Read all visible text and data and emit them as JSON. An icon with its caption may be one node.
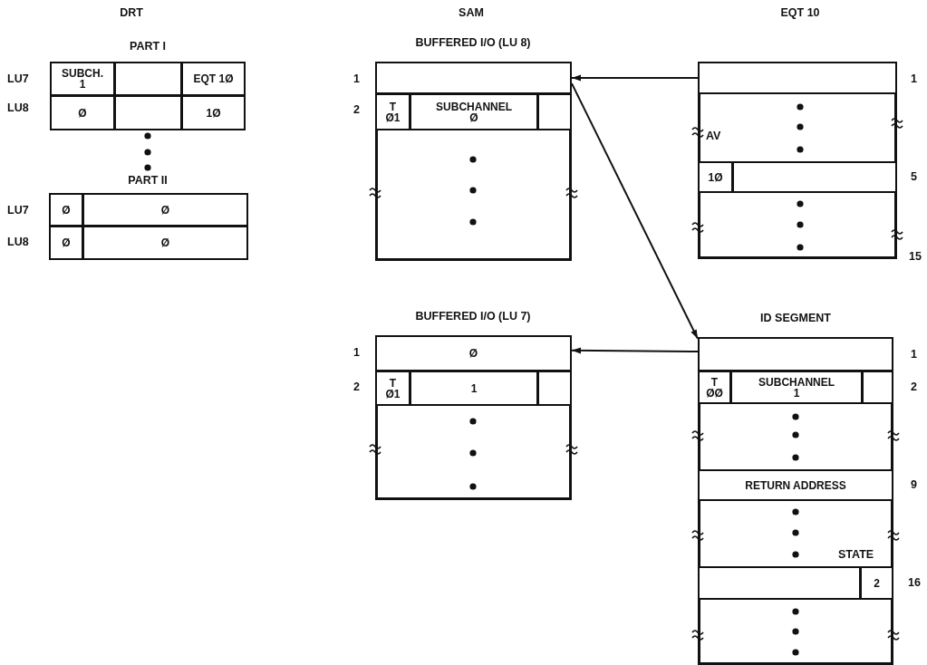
{
  "diagram": {
    "nodes": [
      {
        "text": [
          "PART I"
        ]
      },
      {
        "text": [
          "SUBCH. 1"
        ],
        "in": 0
      },
      {
        "text": [],
        "shape": "box",
        "in": 0
      },
      {
        "text": [
          "EQT 1Ø"
        ],
        "in": 0
      },
      {
        "text": [
          "Ø"
        ],
        "in": 0
      },
      {
        "text": [],
        "shape": "box",
        "in": 0
      },
      {
        "text": [
          "1Ø"
        ],
        "in": 0
      },
      {
        "text": [
          "PART II"
        ]
      },
      {
        "text": [
          "Ø"
        ],
        "in": 7
      },
      {
        "text": [
          "Ø"
        ],
        "in": 7
      },
      {
        "text": [
          "Ø"
        ],
        "in": 7
      },
      {
        "text": [
          "Ø"
        ],
        "in": 7
      },
      {
        "text": [
          "BUFFERED I/O (LU 8)"
        ]
      },
      {
        "text": [],
        "shape": "box",
        "in": 12,
        "beside": [
          "1"
        ]
      },
      {
        "text": [
          "T Ø1"
        ],
        "in": 12,
        "beside": [
          "2"
        ]
      },
      {
        "text": [
          "SUBCHANNEL Ø"
        ],
        "in": 12
      },
      {
        "text": [],
        "shape": "box",
        "in": 12
      },
      {
        "text": [
          "EQT 10"
        ]
      },
      {
        "text": [],
        "shape": "box",
        "in": 17,
        "beside": [
          "1"
        ]
      },
      {
        "text": [
          "1Ø"
        ],
        "in": 17
      },
      {
        "text": [],
        "shape": "box",
        "in": 17,
        "beside": [
          "5"
        ]
      },
      {
        "text": [
          "BUFFERED I/O (LU 7)"
        ]
      },
      {
        "text": [
          "Ø"
        ],
        "in": 21,
        "beside": [
          "1"
        ]
      },
      {
        "text": [
          "T Ø1"
        ],
        "in": 21,
        "beside": [
          "2"
        ]
      },
      {
        "text": [
          "1"
        ],
        "in": 21
      },
      {
        "text": [],
        "shape": "box",
        "in": 21
      },
      {
        "text": [
          "ID SEGMENT"
        ]
      },
      {
        "text": [],
        "shape": "box",
        "in": 26,
        "beside": [
          "1"
        ]
      },
      {
        "text": [
          "T ØØ"
        ],
        "in": 26
      },
      {
        "text": [
          "SUBCHANNEL 1"
        ],
        "in": 26
      },
      {
        "text": [],
        "shape": "box",
        "in": 26,
        "beside": [
          "2"
        ]
      },
      {
        "text": [
          "RETURN ADDRESS"
        ],
        "in": 26,
        "beside": [
          "9"
        ]
      },
      {
        "text": [],
        "shape": "box",
        "in": 26
      },
      {
        "text": [
          "2"
        ],
        "in": 26,
        "beside": [
          "16"
        ]
      }
    ],
    "edges": [
      {
        "from": 18,
        "to": 13,
        "arrow": "to"
      },
      {
        "from": 13,
        "to": 27,
        "arrow": "to"
      },
      {
        "from": 27,
        "to": 22,
        "arrow": "to"
      }
    ],
    "labels": [
      "DRT",
      "SAM",
      "LU7",
      "LU8",
      "LU7",
      "LU8",
      "AV",
      "15",
      "STATE"
    ]
  }
}
